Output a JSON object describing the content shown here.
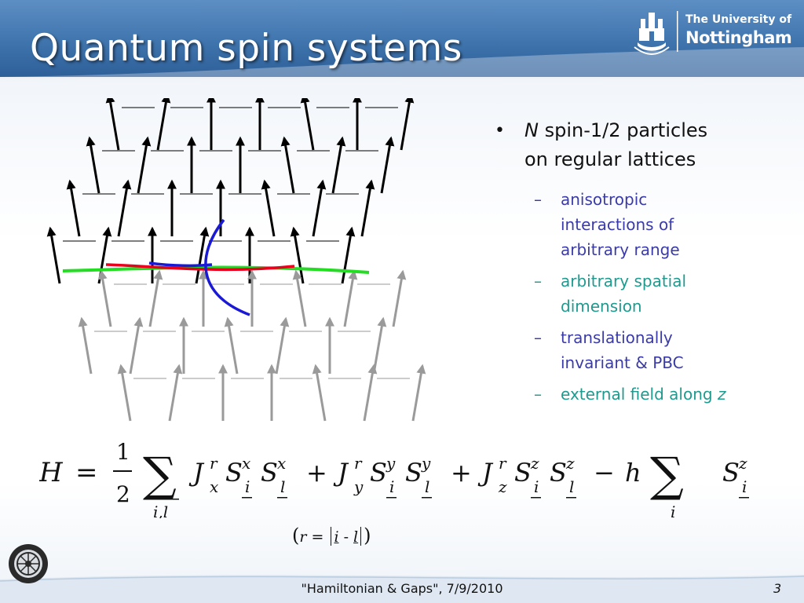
{
  "slide": {
    "title": "Quantum spin systems",
    "footer": "\"Hamiltonian &  Gaps\", 7/9/2010",
    "page_number": "3"
  },
  "logo": {
    "line1": "The University of",
    "line2": "Nottingham"
  },
  "bullets": {
    "main_italic": "N",
    "main_line1": " spin-1/2 particles",
    "main_line2": "on regular lattices",
    "sub_items": [
      {
        "line1": "anisotropic",
        "line2": "interactions of",
        "line3": "arbitrary range",
        "color": "#3b3ba8"
      },
      {
        "line1": "arbitrary spatial",
        "line2": "dimension",
        "color": "#1e9a8f"
      },
      {
        "line1": "translationally",
        "line2": "invariant & PBC",
        "color": "#3b3ba8"
      },
      {
        "line1": "external field along ",
        "line1_italic": "z",
        "color": "#1e9a8f"
      }
    ]
  },
  "equation": {
    "H": "H",
    "equals": "=",
    "frac_num": "1",
    "frac_den": "2",
    "sum": "∑",
    "sum_index": "i,l",
    "J": "J",
    "S": "S",
    "r": "r",
    "x": "x",
    "y": "y",
    "z": "z",
    "i": "i",
    "l": "l",
    "plus": "+",
    "minus": "−",
    "h": "h"
  },
  "r_definition": {
    "open": "(",
    "r": "r",
    "eq": " = ",
    "i": "i",
    "minus": " - ",
    "l": "l",
    "close": ")"
  },
  "colors": {
    "header_blue": "#3f74ad",
    "arrow_dark": "#000000",
    "arrow_grey": "#9a9a9a",
    "chain_red": "#e8001c",
    "chain_blue": "#1a1ad6",
    "chain_green": "#22dd22",
    "sub_blue": "#3b3ba8",
    "sub_teal": "#1e9a8f"
  }
}
